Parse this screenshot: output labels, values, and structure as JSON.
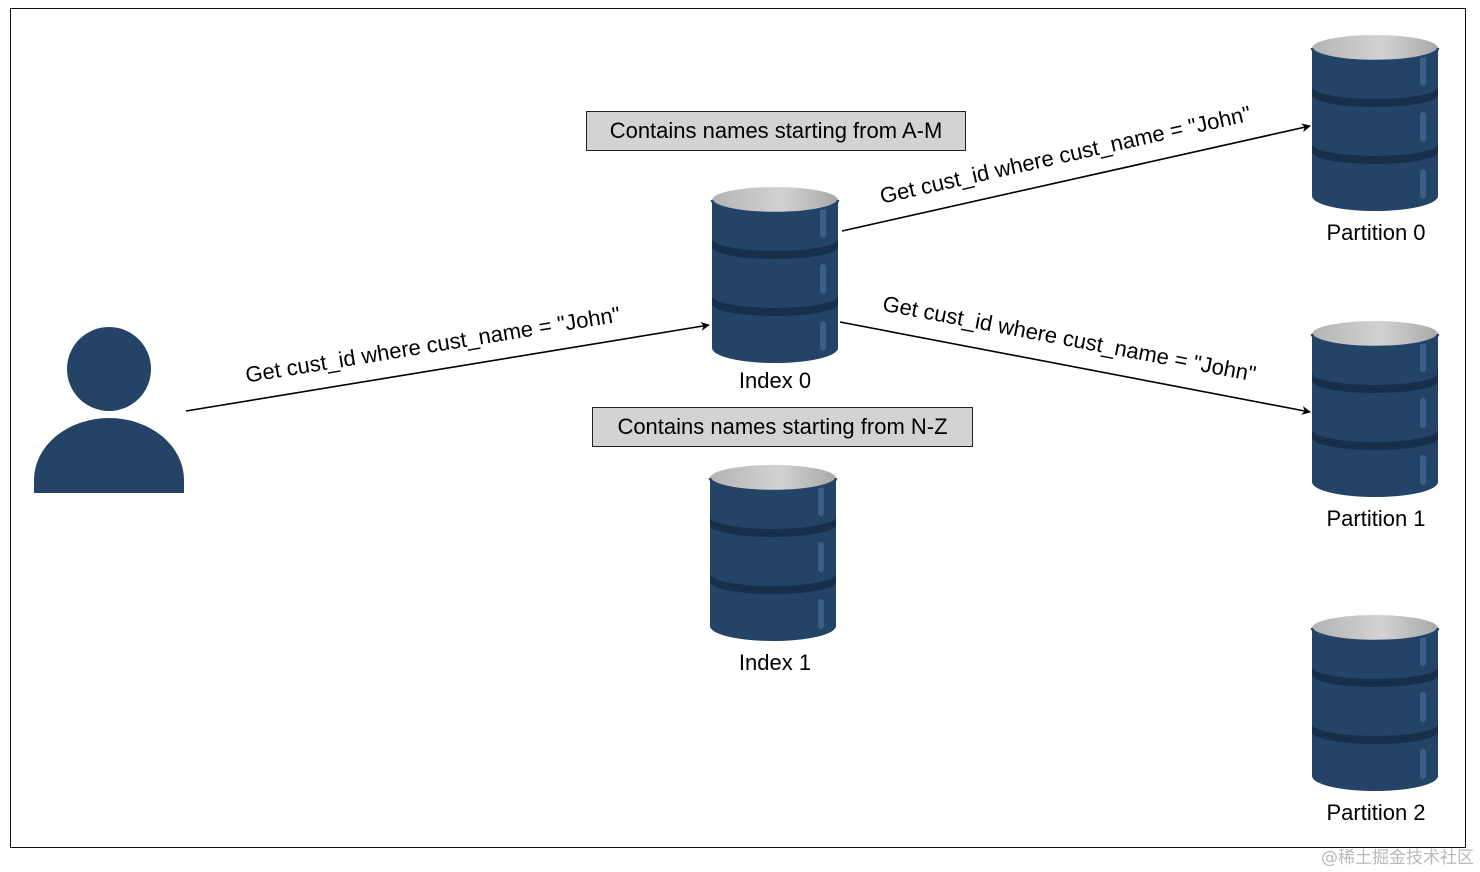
{
  "notes": {
    "index0_range": "Contains names starting from A-M",
    "index1_range": "Contains names starting from N-Z"
  },
  "labels": {
    "index0": "Index 0",
    "index1": "Index 1",
    "partition0": "Partition 0",
    "partition1": "Partition 1",
    "partition2": "Partition 2"
  },
  "edges": {
    "user_to_index0": "Get cust_id where cust_name = \"John\"",
    "index0_to_partition0": "Get cust_id where cust_name = \"John\"",
    "index0_to_partition1": "Get cust_id where cust_name = \"John\""
  },
  "icons": {
    "user": "user-icon",
    "database": "database-icon"
  },
  "colors": {
    "db_body": "#234466",
    "db_band": "#172f4a",
    "db_top": "#c6c6c6",
    "user": "#234466",
    "note_fill": "#d3d3d3"
  },
  "watermark": "@稀土掘金技术社区"
}
